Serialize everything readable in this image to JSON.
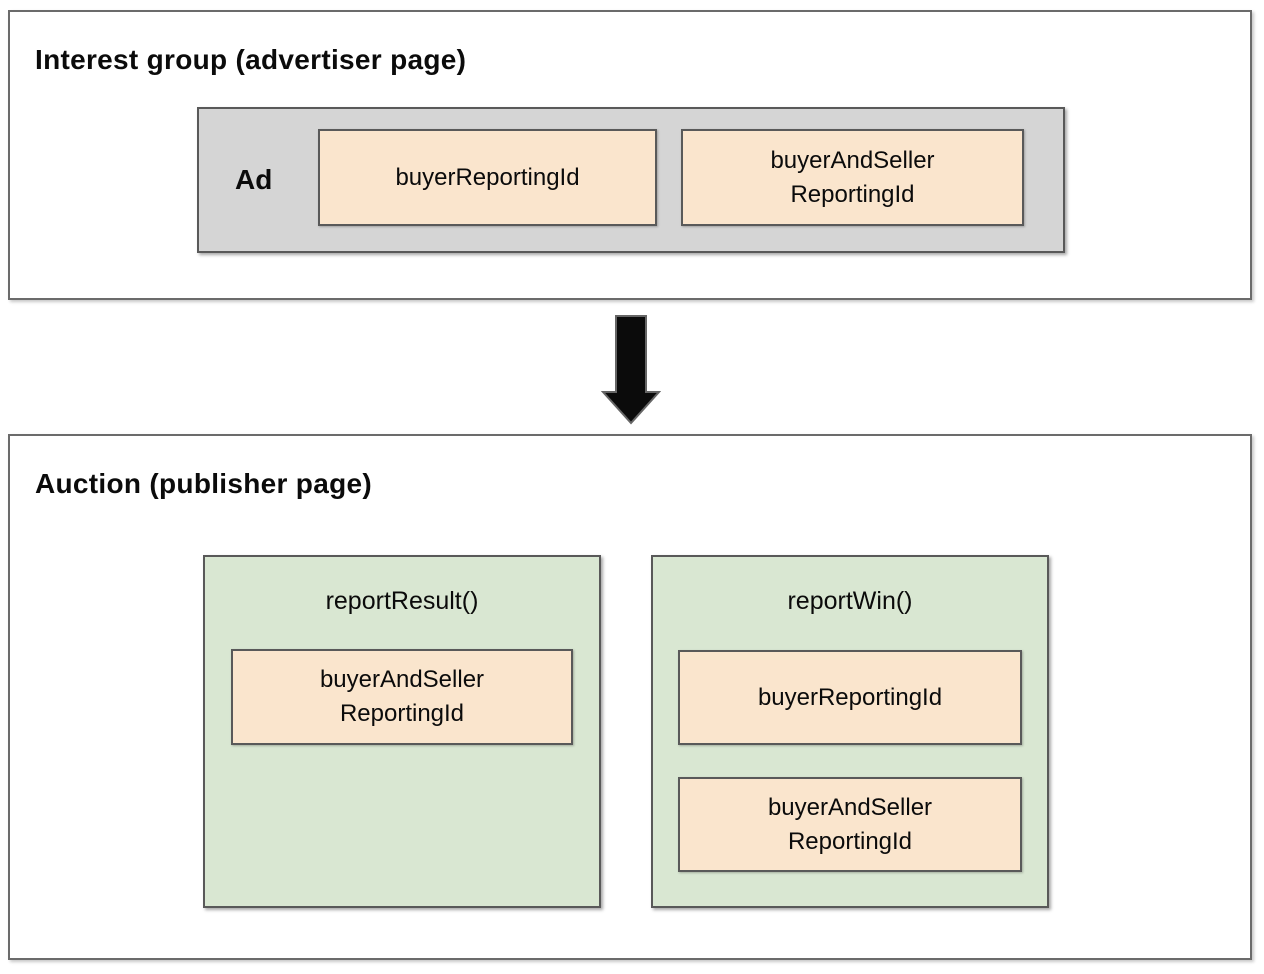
{
  "interest_group": {
    "title": "Interest group (advertiser page)",
    "ad_label": "Ad",
    "chips": [
      {
        "label": "buyerReportingId"
      },
      {
        "label": "buyerAndSeller\nReportingId"
      }
    ]
  },
  "arrow": {
    "icon": "down-arrow-icon",
    "direction": "down"
  },
  "auction": {
    "title": "Auction (publisher page)",
    "functions": [
      {
        "name": "reportResult()",
        "chips": [
          {
            "label": "buyerAndSeller\nReportingId"
          }
        ]
      },
      {
        "name": "reportWin()",
        "chips": [
          {
            "label": "buyerReportingId"
          },
          {
            "label": "buyerAndSeller\nReportingId"
          }
        ]
      }
    ]
  },
  "colors": {
    "panel-border": "#6b6b6b",
    "box-border": "#595959",
    "ad-box-fill": "#d5d5d5",
    "chip-fill": "#fae5cd",
    "function-fill": "#d9e7d2",
    "arrow-fill": "#0b0b0b",
    "arrow-outline": "#666666",
    "text": "#111111"
  }
}
